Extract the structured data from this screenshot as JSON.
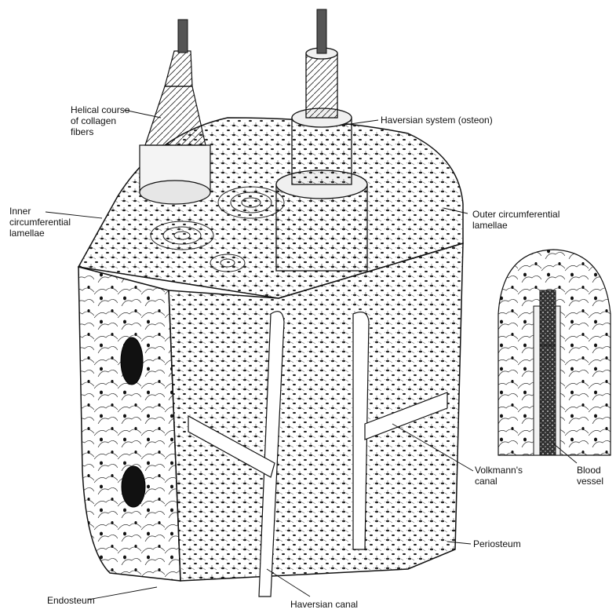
{
  "labels": {
    "helical": "Helical course\nof collagen\nfibers",
    "haversian_system": "Haversian system (osteon)",
    "inner_lamellae": "Inner\ncircumferential\nlamellae",
    "outer_lamellae": "Outer circumferential\nlamellae",
    "volkmann": "Volkmann's\ncanal",
    "blood_vessel": "Blood\nvessel",
    "periosteum": "Periosteum",
    "endosteum": "Endosteum",
    "haversian_canal": "Haversian canal"
  },
  "colors": {
    "ink": "#1a1a1a",
    "paper": "#ffffff",
    "shade": "#d9d9d9"
  }
}
